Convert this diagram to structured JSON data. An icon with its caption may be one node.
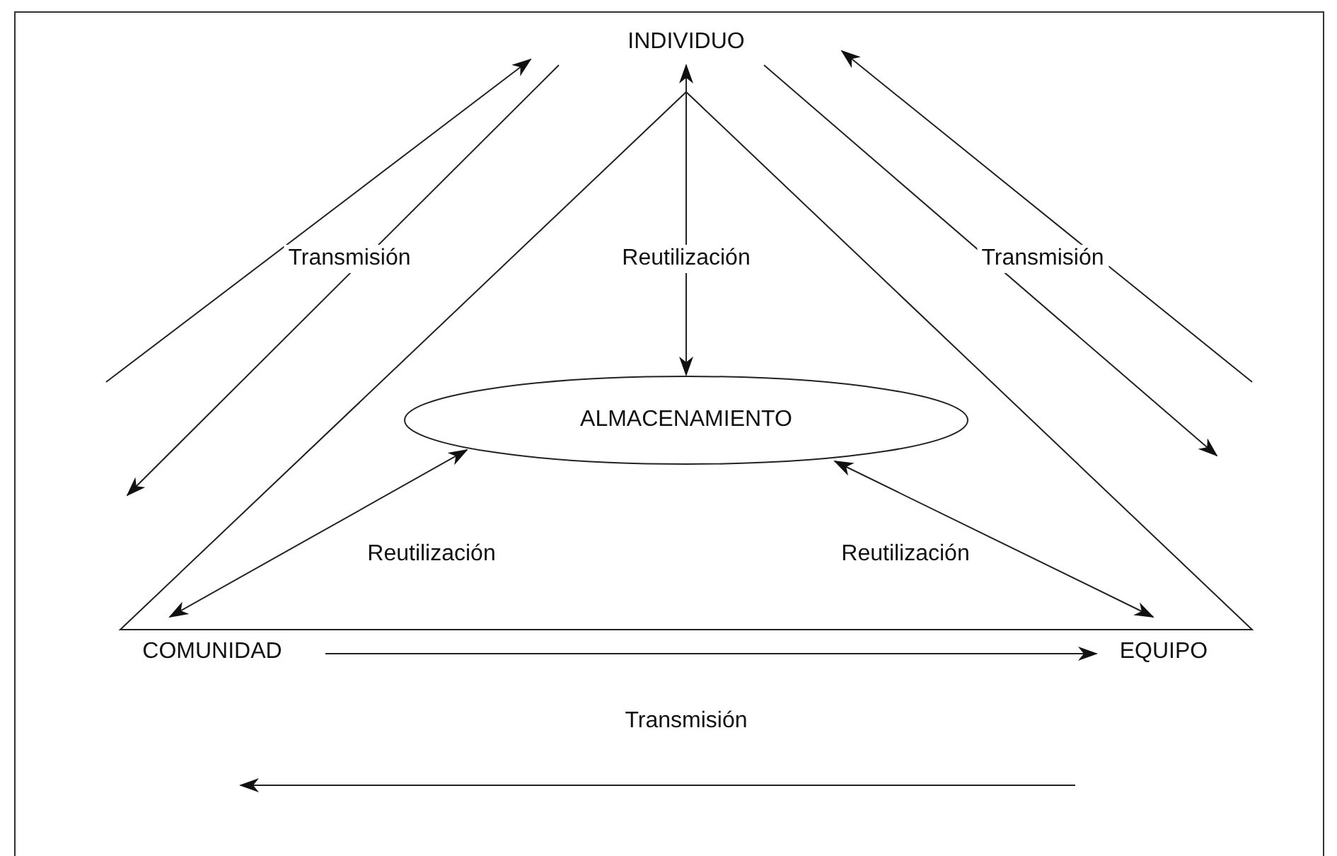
{
  "diagram": {
    "nodes": [
      {
        "text": [
          "INDIVIDUO"
        ]
      },
      {
        "text": [
          "COMUNIDAD"
        ]
      },
      {
        "text": [
          "EQUIPO"
        ]
      },
      {
        "text": [
          "ALMACENAMIENTO"
        ]
      }
    ],
    "edges": [
      {
        "from": null,
        "to": 0,
        "arrow": "to",
        "label": "Transmisión"
      },
      {
        "from": 0,
        "to": null,
        "arrow": "to"
      },
      {
        "from": 0,
        "to": 3,
        "arrow": "both",
        "label": "Reutilización"
      },
      {
        "from": 0,
        "to": null,
        "arrow": "to",
        "label": "Transmisión"
      },
      {
        "from": null,
        "to": 0,
        "arrow": "to"
      },
      {
        "from": 1,
        "to": 3,
        "arrow": "both",
        "label": "Reutilización"
      },
      {
        "from": 3,
        "to": 2,
        "arrow": "both",
        "label": "Reutilización"
      },
      {
        "from": 1,
        "to": 2,
        "arrow": "to"
      }
    ],
    "labels": [
      "Transmisión"
    ]
  }
}
